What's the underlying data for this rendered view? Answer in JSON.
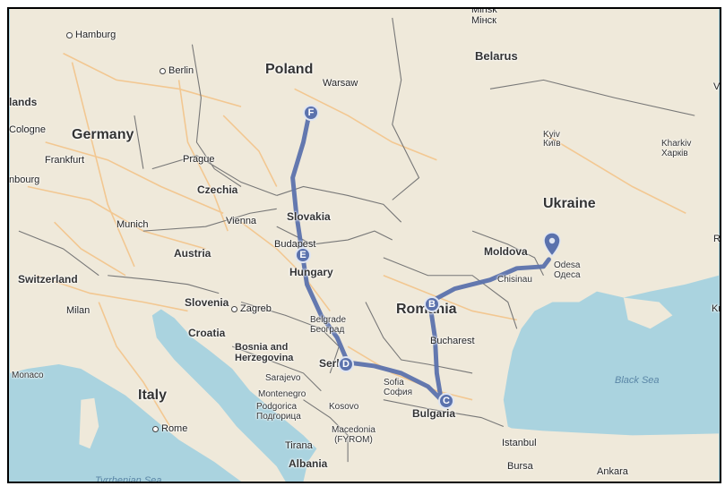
{
  "map": {
    "top_cut_labels": [
      "Minsk",
      "Мінск"
    ],
    "countries": {
      "poland": "Poland",
      "belarus": "Belarus",
      "germany": "Germany",
      "czechia": "Czechia",
      "ukraine": "Ukraine",
      "slovakia": "Slovakia",
      "austria": "Austria",
      "hungary": "Hungary",
      "switzerland": "Switzerland",
      "moldova": "Moldova",
      "slovenia": "Slovenia",
      "croatia": "Croatia",
      "romania": "Romania",
      "bosnia": "Bosnia and\nHerzegovina",
      "serbia": "Serbia",
      "montenegro": "Montenegro",
      "kosovo": "Kosovo",
      "bulgaria": "Bulgaria",
      "italy": "Italy",
      "macedonia": "Macedonia\n(FYROM)",
      "albania": "Albania",
      "monaco": "Monaco"
    },
    "cities": {
      "hamburg": "Hamburg",
      "berlin": "Berlin",
      "warsaw": "Warsaw",
      "lands": "lands",
      "cologne": "Cologne",
      "frankfurt": "Frankfurt",
      "nbourg": "nbourg",
      "prague": "Prague",
      "kyiv": "Kyiv",
      "kyiv_local": "Київ",
      "kharkiv": "Kharkiv",
      "kharkiv_local": "Харків",
      "munich": "Munich",
      "vienna": "Vienna",
      "budapest": "Budapest",
      "chisinau": "Chisinau",
      "odesa": "Odesa",
      "odesa_local": "Одеса",
      "milan": "Milan",
      "zagreb": "Zagreb",
      "belgrade": "Belgrade",
      "belgrade_local": "Београд",
      "bucharest": "Bucharest",
      "sarajevo": "Sarajevo",
      "sofia": "Sofia",
      "sofia_local": "София",
      "podgorica": "Podgorica",
      "podgorica_local": "Подгорица",
      "rome": "Rome",
      "tirana": "Tirana",
      "istanbul": "Istanbul",
      "bursa": "Bursa",
      "ankara": "Ankara",
      "edge_v": "V",
      "edge_r": "R",
      "edge_kr": "Kr"
    },
    "seas": {
      "black_sea": "Black Sea",
      "tyrrhenian": "Tyrrhenian Sea"
    },
    "route": {
      "color": "#5b72ad",
      "markers": [
        "B",
        "C",
        "D",
        "E",
        "F"
      ]
    },
    "colors": {
      "land": "#efe9da",
      "water": "#aad3df",
      "road": "#f3c48a",
      "border": "#777777"
    },
    "icons": {
      "destination": "location-pin-icon"
    }
  }
}
